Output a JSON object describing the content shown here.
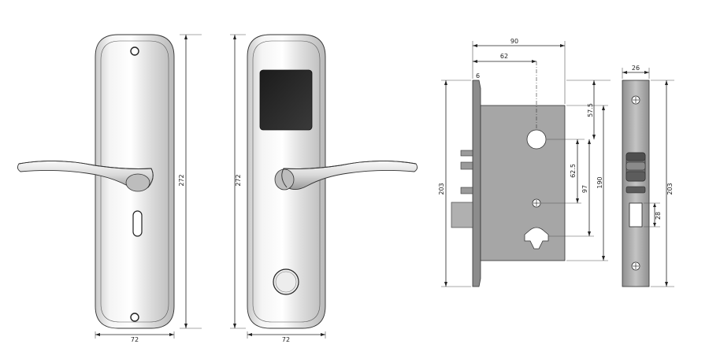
{
  "diagram": {
    "front_plate_a": {
      "height_label": "272",
      "width_label": "72"
    },
    "front_plate_b": {
      "height_label": "272",
      "width_label": "72"
    },
    "mortise": {
      "overall_width": "90",
      "spindle_offset": "62",
      "faceplate_thickness": "6",
      "top_to_spindle": "57.5",
      "spindle_to_screw": "62.5",
      "spindle_to_cylinder": "97",
      "body_height": "190",
      "overall_height": "203"
    },
    "faceplate": {
      "width": "26",
      "height": "203",
      "slot": "28"
    }
  }
}
